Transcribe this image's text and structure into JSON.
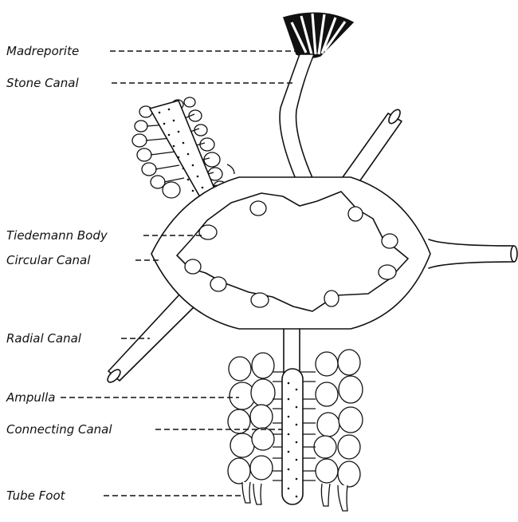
{
  "labels": {
    "madreporite": "Madreporite",
    "stone_canal": "Stone Canal",
    "tiedemann_body": "Tiedemann Body",
    "circular_canal": "Circular Canal",
    "radial_canal": "Radial Canal",
    "ampulla": "Ampulla",
    "connecting_canal": "Connecting Canal",
    "tube_foot": "Tube Foot"
  }
}
